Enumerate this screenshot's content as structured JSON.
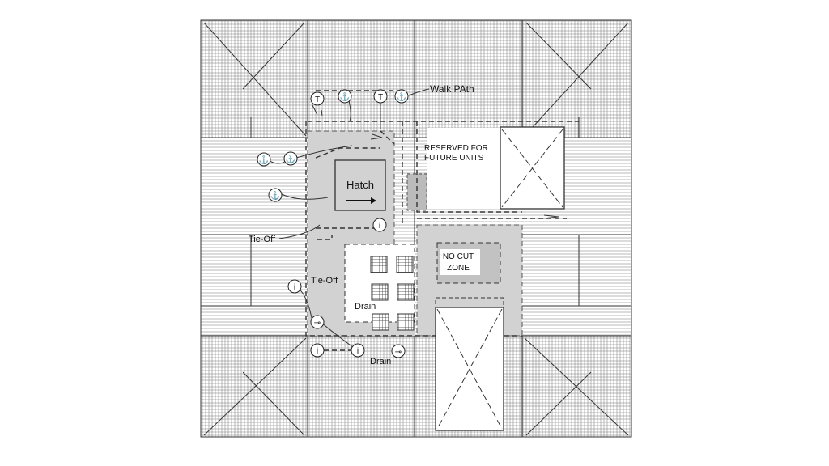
{
  "labels": {
    "walk_path": "Walk PAth",
    "reserved_line1": "RESERVED FOR",
    "reserved_line2": "FUTURE UNITS",
    "hatch": "Hatch",
    "tie_off_1": "Tie-Off",
    "tie_off_2": "Tie-Off",
    "no_cut_line1": "NO CUT",
    "no_cut_line2": "ZONE",
    "drain_1": "Drain",
    "drain_2": "Drain"
  },
  "colors": {
    "shaded_zone": "#d2d2d2",
    "line": "#333333",
    "background": "#ffffff"
  },
  "icons": {
    "anchor": "⚓",
    "tie_off_post": "T",
    "person": "i",
    "drain_symbol": "⊸"
  }
}
